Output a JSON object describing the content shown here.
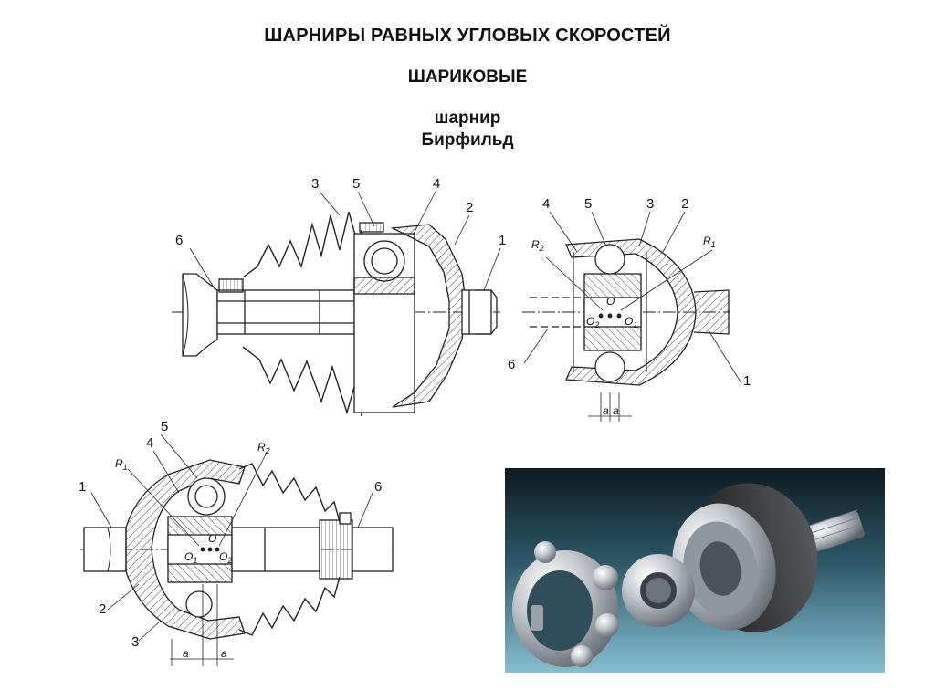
{
  "title": "ШАРНИРЫ РАВНЫХ УГЛОВЫХ СКОРОСТЕЙ",
  "subtitle": "ШАРИКОВЫЕ",
  "joint_name_line1": "шарнир",
  "joint_name_line2": "Бирфильд",
  "figure_a_labels": {
    "p1": "1",
    "p2": "2",
    "p3": "3",
    "p4": "4",
    "p5": "5",
    "p6": "6"
  },
  "figure_b_labels": {
    "p1": "1",
    "p2": "2",
    "p3": "3",
    "p4": "4",
    "p5": "5",
    "p6": "6",
    "r1": "R",
    "r1_sub": "1",
    "r2": "R",
    "r2_sub": "2",
    "o": "O",
    "o1": "O",
    "o1_sub": "1",
    "o2": "O",
    "o2_sub": "2",
    "a1": "a",
    "a2": "a"
  },
  "figure_c_labels": {
    "p1": "1",
    "p2": "2",
    "p3": "3",
    "p4": "4",
    "p5": "5",
    "p6": "6",
    "r1": "R",
    "r1_sub": "1",
    "r2": "R",
    "r2_sub": "2",
    "o": "O",
    "o1": "O",
    "o1_sub": "1",
    "o2": "O",
    "o2_sub": "2",
    "a1": "a",
    "a2": "a"
  },
  "colors": {
    "line": "#222222",
    "hatch": "#444444",
    "photo_bg_top": "#2a4f5e",
    "photo_bg_bottom": "#7fb7c9",
    "metal": "#c9ced4"
  }
}
